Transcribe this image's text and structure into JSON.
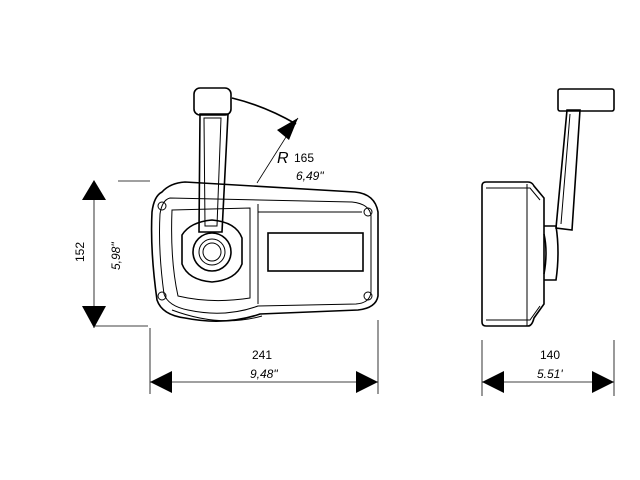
{
  "dimensions": {
    "height": {
      "mm": "152",
      "inch": "5,98\""
    },
    "width": {
      "mm": "241",
      "inch": "9,48\""
    },
    "depth": {
      "mm": "140",
      "inch": "5.51'"
    },
    "radius": {
      "symbol": "R",
      "mm": "165",
      "inch": "6,49\""
    }
  }
}
